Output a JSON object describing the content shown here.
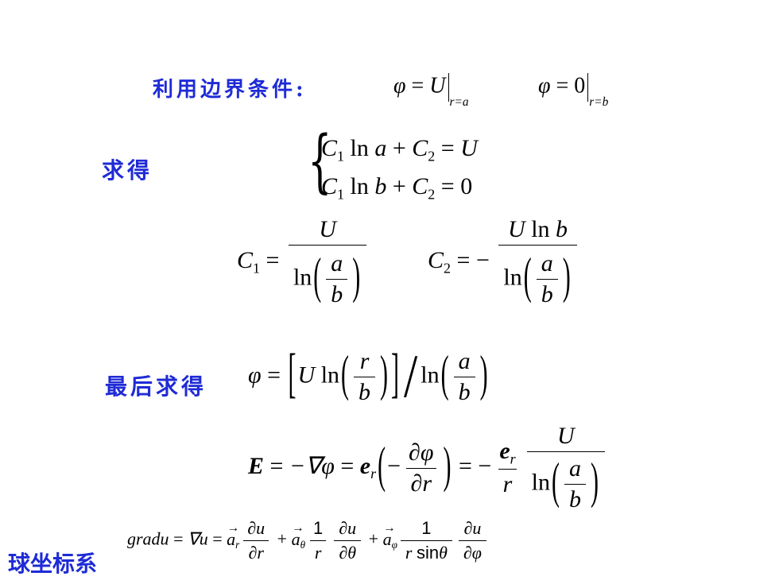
{
  "labels": {
    "boundary": "利用边界条件:",
    "obtain": "求得",
    "finally": "最后求得",
    "spherical": "球坐标系"
  },
  "boundary_conditions": {
    "bc1": {
      "lhs": "φ",
      "eq": "=",
      "rhs": "U",
      "at": "r=a"
    },
    "bc2": {
      "lhs": "φ",
      "eq": "=",
      "rhs": "0",
      "at": "r=b"
    }
  },
  "system": {
    "eq1": {
      "c1": "C",
      "c1_sub": "1",
      "ln": "ln",
      "var": "a",
      "plus": "+",
      "c2": "C",
      "c2_sub": "2",
      "eq": "=",
      "rhs": "U"
    },
    "eq2": {
      "c1": "C",
      "c1_sub": "1",
      "ln": "ln",
      "var": "b",
      "plus": "+",
      "c2": "C",
      "c2_sub": "2",
      "eq": "=",
      "rhs": "0"
    }
  },
  "constants": {
    "c1": {
      "name": "C",
      "sub": "1",
      "eq": "=",
      "num": "U",
      "ln": "ln",
      "a": "a",
      "b": "b"
    },
    "c2": {
      "name": "C",
      "sub": "2",
      "eq": "=",
      "minus": "−",
      "num_u": "U",
      "num_ln": "ln",
      "num_b": "b",
      "ln": "ln",
      "a": "a",
      "b": "b"
    }
  },
  "phi_result": {
    "phi": "φ",
    "eq": "=",
    "u": "U",
    "ln": "ln",
    "r": "r",
    "b": "b",
    "ln2": "ln",
    "a": "a",
    "b2": "b"
  },
  "field": {
    "E": "E",
    "eq": "=",
    "minus_nabla_phi": "−∇φ",
    "eq2": "=",
    "er": "e",
    "er_sub": "r",
    "minus": "−",
    "dphi": "∂φ",
    "dr": "∂r",
    "eq3": "=",
    "minus2": "−",
    "er2": "e",
    "er2_sub": "r",
    "r": "r",
    "u": "U",
    "ln": "ln",
    "a": "a",
    "b": "b"
  },
  "gradient": {
    "grad": "gradu",
    "eq": "=",
    "nabla_u": "∇u",
    "eq2": "=",
    "a": "a",
    "sub_r": "r",
    "du": "∂u",
    "dr": "∂r",
    "plus": "+",
    "sub_theta": "θ",
    "one": "1",
    "r": "r",
    "dtheta": "∂θ",
    "plus2": "+",
    "sub_phi": "φ",
    "one2": "1",
    "rsin": "r",
    "sin": "sin",
    "theta": "θ",
    "dphi": "∂φ"
  },
  "colors": {
    "label": "#1f2bd6",
    "text": "#000000",
    "background": "#ffffff"
  }
}
